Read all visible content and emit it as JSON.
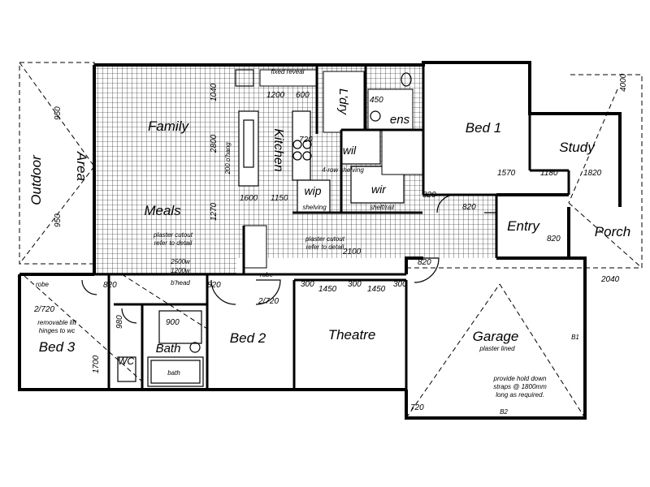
{
  "rooms": {
    "family": "Family",
    "meals": "Meals",
    "kitchen": "Kitchen",
    "outdoor": "Outdoor",
    "area": "Area",
    "bed1": "Bed 1",
    "bed2": "Bed 2",
    "bed3": "Bed 3",
    "study": "Study",
    "entry": "Entry",
    "porch": "Porch",
    "theatre": "Theatre",
    "garage": "Garage",
    "bath": "Bath",
    "wc": "WC",
    "ens": "ens",
    "ldry": "L'dry",
    "wil": "wil",
    "wir": "wir",
    "wip": "wip"
  },
  "labels": {
    "robe_left": "robe",
    "robe_mid": "robe",
    "bath_tub": "bath",
    "shelf_rail": "shelf/rail",
    "shelving": "shelving",
    "row_shelving": "4-row shelving",
    "fixed_rev": "fixed reveal",
    "plaster_lined": "plaster lined",
    "plaster_cutout_1": "plaster cutout",
    "refer_detail_1": "refer to detail",
    "plaster_cutout_2": "plaster cutout",
    "refer_detail_2": "refer to detail",
    "removable_lift": "removable lift",
    "hinges": "hinges to wc",
    "hold_down_1": "provide hold down",
    "hold_down_2": "straps @ 1800mm",
    "hold_down_3": "long as required.",
    "bhead_1": "2500w",
    "bhead_2": "1200w",
    "bhead_3": "b'head",
    "b1": "B1",
    "b2": "B2",
    "ohang": "200 o'hang"
  },
  "dimensions": {
    "d820_a": "820",
    "d820_b": "820",
    "d820_c": "820",
    "d820_d": "820",
    "d820_e": "820",
    "d820_f": "820",
    "d2720_a": "2/720",
    "d2720_b": "2/720",
    "d720_a": "720",
    "d720_b": "720",
    "d300_a": "300",
    "d300_b": "300",
    "d300_c": "300",
    "d1450_a": "1450",
    "d1450_b": "1450",
    "d1570": "1570",
    "d1180": "1180",
    "d1820": "1820",
    "d1200": "1200",
    "d600": "600",
    "d1600": "1600",
    "d1150": "1150",
    "d2040": "2040",
    "d4000": "4000",
    "d1700": "1700",
    "d950_a": "950",
    "d950_b": "950",
    "d980": "980",
    "d900": "900",
    "d1270": "1270",
    "d2100": "2100",
    "d450": "450",
    "d1040": "1040",
    "d2800": "2800"
  }
}
